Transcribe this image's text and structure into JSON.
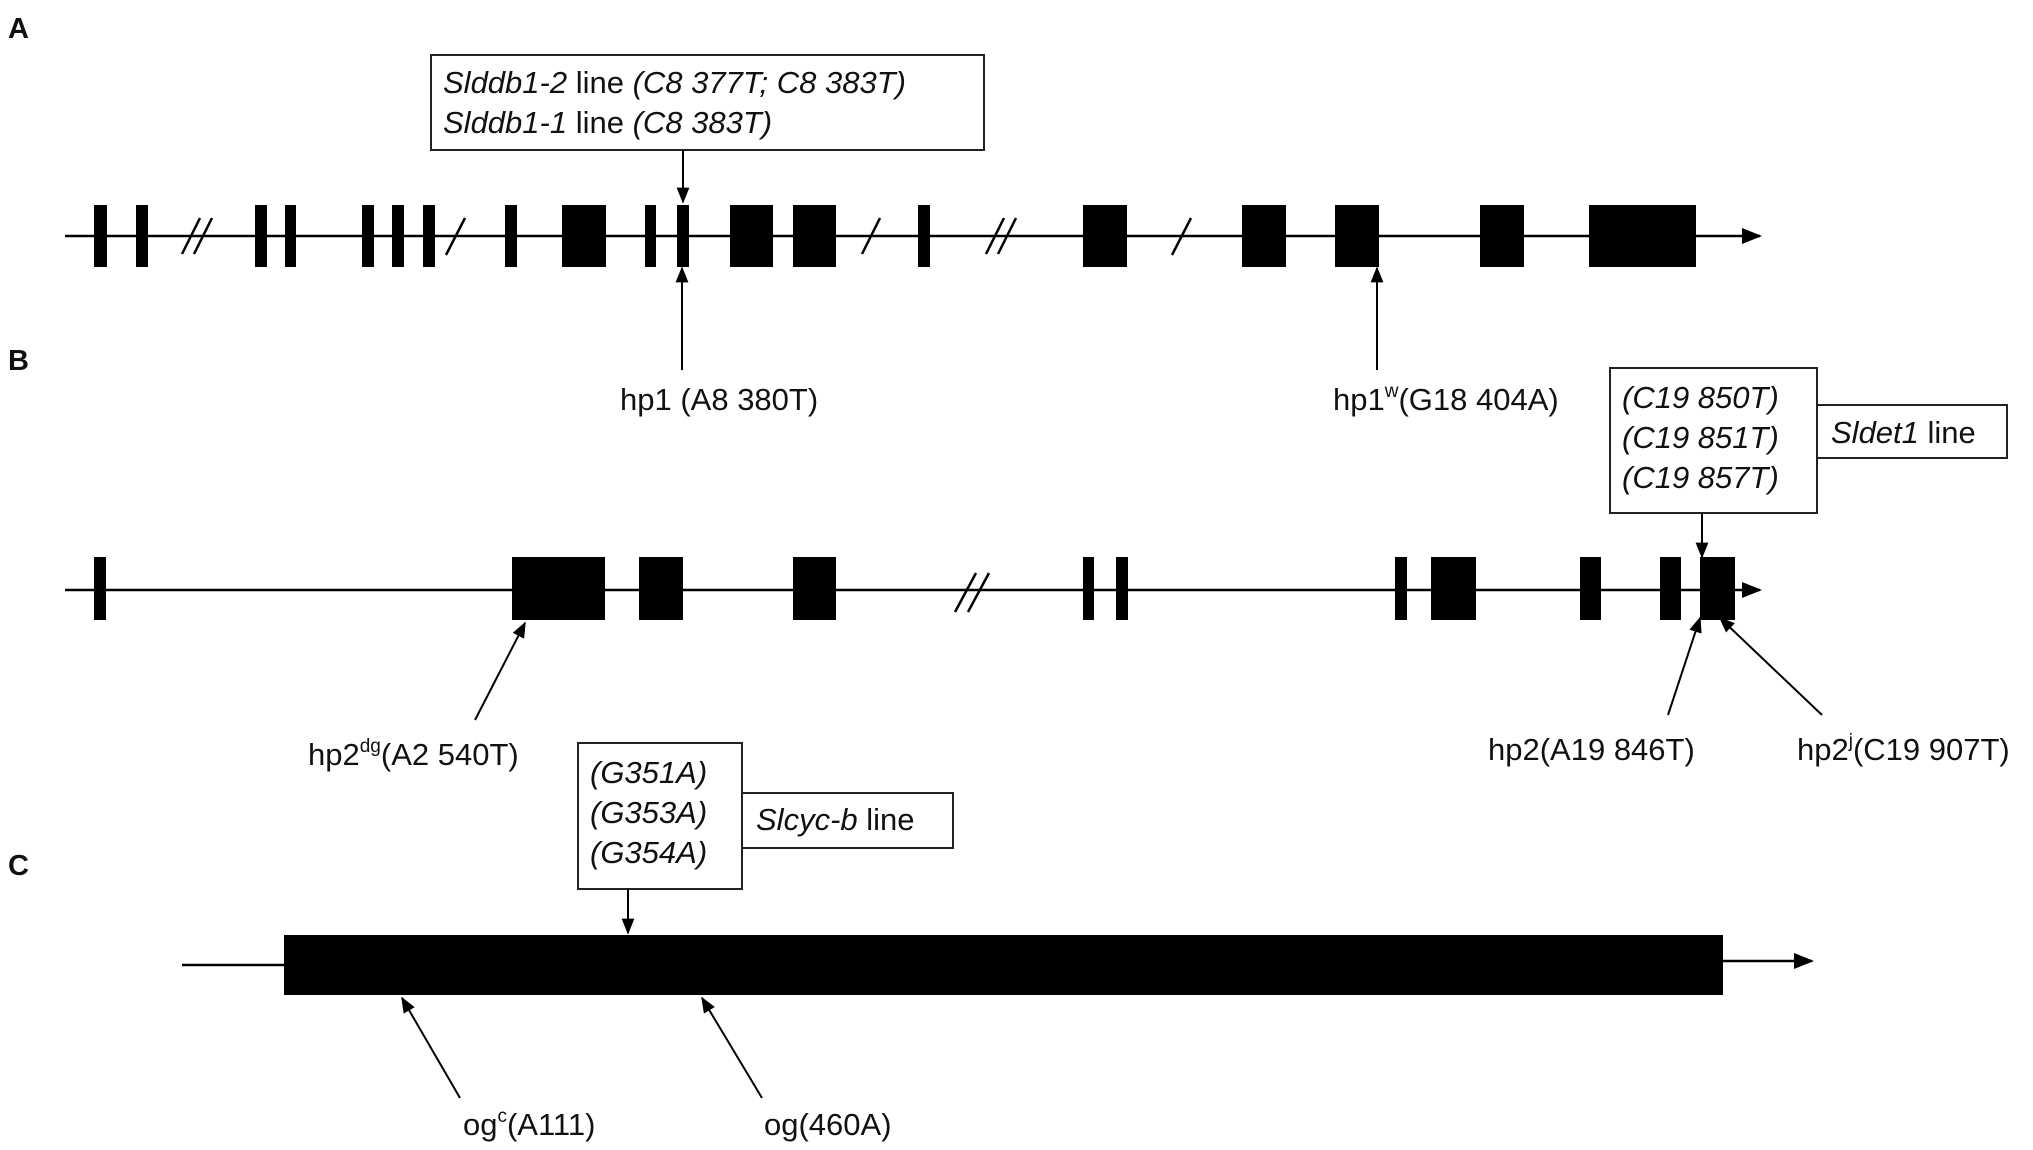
{
  "panels": {
    "a": "A",
    "b": "B",
    "c": "C"
  },
  "panel_a": {
    "box": {
      "line1_gene": "Slddb1-2",
      "line1_word": " line ",
      "line1_mut": "(C8 377T; C8 383T)",
      "line2_gene": "Slddb1-1",
      "line2_word": " line ",
      "line2_mut": "(C8 383T)"
    },
    "labels": {
      "hp1": "hp1 (A8 380T)",
      "hp1w_base": "hp1",
      "hp1w_sup": "w",
      "hp1w_rest": "(G18 404A)"
    }
  },
  "panel_b": {
    "box": {
      "muts": [
        "(C19 850T)",
        "(C19 851T)",
        "(C19 857T)"
      ],
      "gene": "Sldet1",
      "word": " line"
    },
    "labels": {
      "hp2dg_base": "hp2",
      "hp2dg_sup": "dg",
      "hp2dg_rest": "(A2 540T)",
      "hp2": "hp2(A19 846T)",
      "hp2j_base": "hp2",
      "hp2j_sup": "j",
      "hp2j_rest": "(C19 907T)"
    }
  },
  "panel_c": {
    "box": {
      "muts": [
        "(G351A)",
        "(G353A)",
        "(G354A)"
      ],
      "gene": "Slcyc-b",
      "word": " line"
    },
    "labels": {
      "ogc_base": "og",
      "ogc_sup": "c",
      "ogc_rest": "(A111)",
      "og": "og(460A)"
    }
  }
}
